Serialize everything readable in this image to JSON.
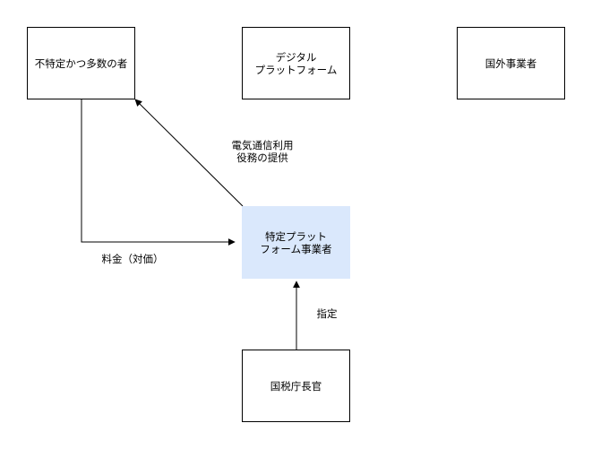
{
  "nodes": {
    "unspecified_public": "不特定かつ多数の者",
    "digital_platform": "デジタル\nプラットフォーム",
    "foreign_business": "国外事業者",
    "specified_platform": "特定プラット\nフォーム事業者",
    "nta_commissioner": "国税庁長官"
  },
  "edges": {
    "telecom_service": "電気通信利用\n役務の提供",
    "fee": "料金（対価）",
    "designation": "指定"
  },
  "colors": {
    "highlight_fill": "#dae8fc",
    "stroke": "#000000"
  }
}
